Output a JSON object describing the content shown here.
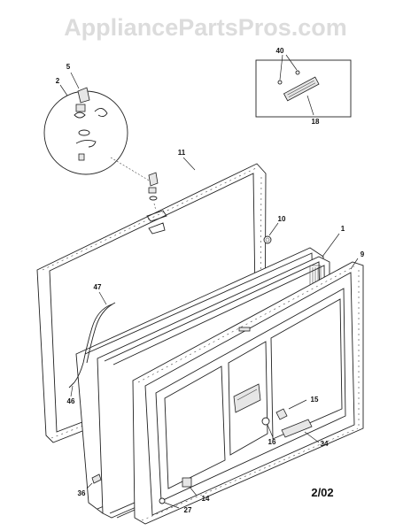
{
  "watermark": "AppliancePartsPros.com",
  "date_code": "2/02",
  "callouts": {
    "c1": "1",
    "c2": "2",
    "c5": "5",
    "c9": "9",
    "c10": "10",
    "c11": "11",
    "c14": "14",
    "c15": "15",
    "c16": "16",
    "c18": "18",
    "c27": "27",
    "c34": "34",
    "c36": "36",
    "c40": "40",
    "c46": "46",
    "c47": "47"
  }
}
